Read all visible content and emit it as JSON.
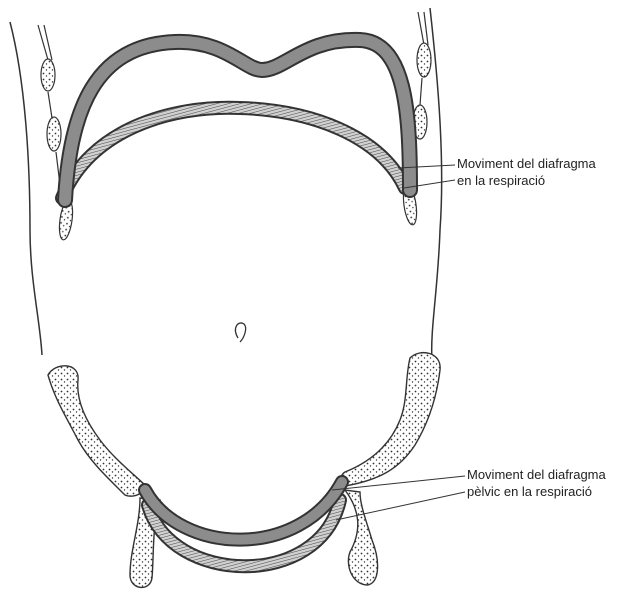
{
  "labels": {
    "diaphragm_line1": "Moviment del diafragma",
    "diaphragm_line2": "en la respiració",
    "pelvic_line1": "Moviment del diafragma",
    "pelvic_line2": "pèlvic en la respiració"
  },
  "colors": {
    "ink": "#333333",
    "muscle_band": "#8c8c8c",
    "hatch_band": "#b5b5b5",
    "background": "#ffffff"
  }
}
